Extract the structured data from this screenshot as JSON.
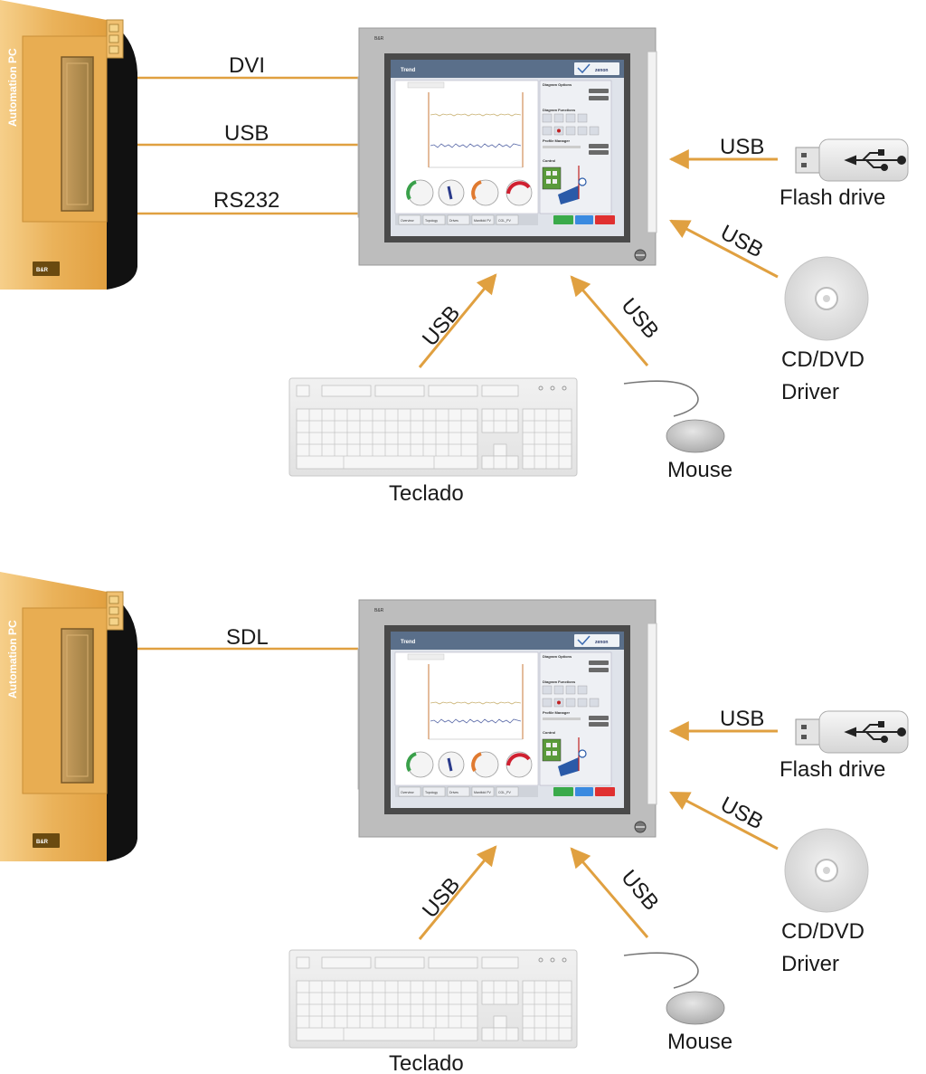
{
  "diagram_1": {
    "pc_label": "Automation PC",
    "pc_brand": "B&R",
    "panel_brand": "B&R",
    "screen": {
      "title": "Trend",
      "logo": "zenon",
      "side_sections": [
        "Diagram Options",
        "Diagram Functions",
        "Profile Manager",
        "Control"
      ],
      "nav_buttons": [
        "Overview",
        "Topology",
        "Drives",
        "Manifold PV",
        "CGL_PV"
      ]
    },
    "cables": [
      "DVI",
      "USB",
      "RS232"
    ],
    "right_arrow_labels": [
      "USB",
      "USB"
    ],
    "bottom_arrow_labels": [
      "USB",
      "USB"
    ],
    "devices": {
      "flash_drive": "Flash drive",
      "cd_line1": "CD/DVD",
      "cd_line2": "Driver",
      "mouse": "Mouse",
      "keyboard": "Teclado"
    }
  },
  "diagram_2": {
    "pc_label": "Automation PC",
    "pc_brand": "B&R",
    "panel_brand": "B&R",
    "screen": {
      "title": "Trend",
      "logo": "zenon",
      "side_sections": [
        "Diagram Options",
        "Diagram Functions",
        "Profile Manager",
        "Control"
      ],
      "nav_buttons": [
        "Overview",
        "Topology",
        "Drives",
        "Manifold PV",
        "CGL_PV"
      ]
    },
    "cables": [
      "SDL"
    ],
    "right_arrow_labels": [
      "USB",
      "USB"
    ],
    "bottom_arrow_labels": [
      "USB",
      "USB"
    ],
    "devices": {
      "flash_drive": "Flash drive",
      "cd_line1": "CD/DVD",
      "cd_line2": "Driver",
      "mouse": "Mouse",
      "keyboard": "Teclado"
    }
  },
  "colors": {
    "pc_orange": "#e8a848",
    "wire": "#e0a040",
    "panel_gray": "#bdbdbd"
  }
}
